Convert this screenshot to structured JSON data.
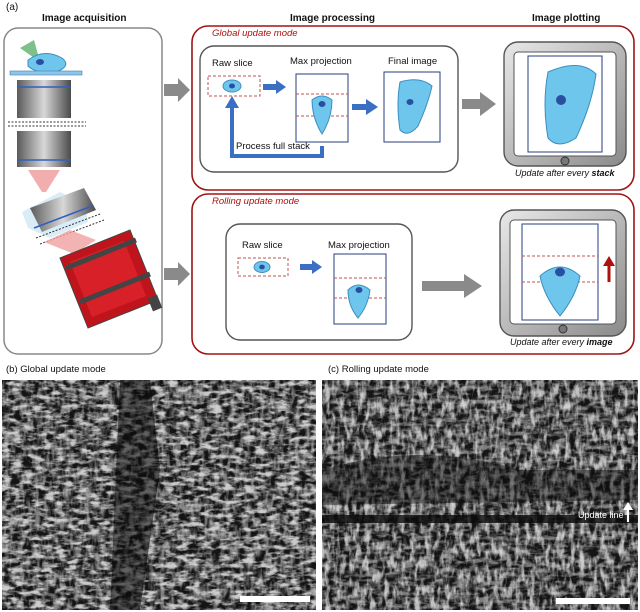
{
  "panel_a": {
    "label": "(a)",
    "headers": {
      "acquisition": "Image acquisition",
      "processing": "Image processing",
      "plotting": "Image plotting"
    },
    "global": {
      "mode_title": "Global update mode",
      "raw_slice": "Raw slice",
      "max_projection": "Max projection",
      "final_image": "Final image",
      "process_label": "Process full stack",
      "caption_prefix": "Update after every ",
      "caption_emph": "stack"
    },
    "rolling": {
      "mode_title": "Rolling update mode",
      "raw_slice": "Raw slice",
      "max_projection": "Max projection",
      "caption_prefix": "Update after every ",
      "caption_emph": "image"
    }
  },
  "panel_b": {
    "label": "(b) Global update mode"
  },
  "panel_c": {
    "label": "(c) Rolling update mode",
    "update_line": "Update line"
  },
  "colors": {
    "accent_red": "#b01010",
    "arrow_blue": "#3a6fc4",
    "cell_fill": "#8fd8f4",
    "nucleus": "#2a4fa0",
    "camera_red": "#c0141c"
  }
}
